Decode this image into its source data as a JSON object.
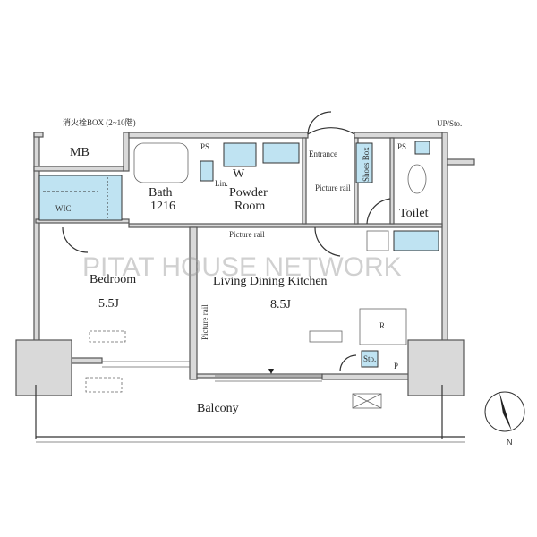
{
  "plan": {
    "fire_box": "消火栓BOX (2~10階)",
    "mb": "MB",
    "ps": "PS",
    "wic": "WIC",
    "w": "W",
    "lin": "Lin.",
    "bath": "Bath",
    "bath_size": "1216",
    "powder1": "Powder",
    "powder2": "Room",
    "entrance": "Entrance",
    "shoes_box": "Shoes Box",
    "picture_rail": "Picture rail",
    "up_sto": "UP/Sto.",
    "toilet": "Toilet",
    "bedroom": "Bedroom",
    "bedroom_size": "5.5J",
    "ldk": "Living Dining Kitchen",
    "ldk_size": "8.5J",
    "r": "R",
    "sto": "Sto.",
    "p": "P",
    "balcony": "Balcony",
    "north": "N",
    "watermark": "PITAT HOUSE NETWORK"
  },
  "colors": {
    "fixture_blue": "#bfe3f2",
    "wall": "#d9d9d9"
  }
}
